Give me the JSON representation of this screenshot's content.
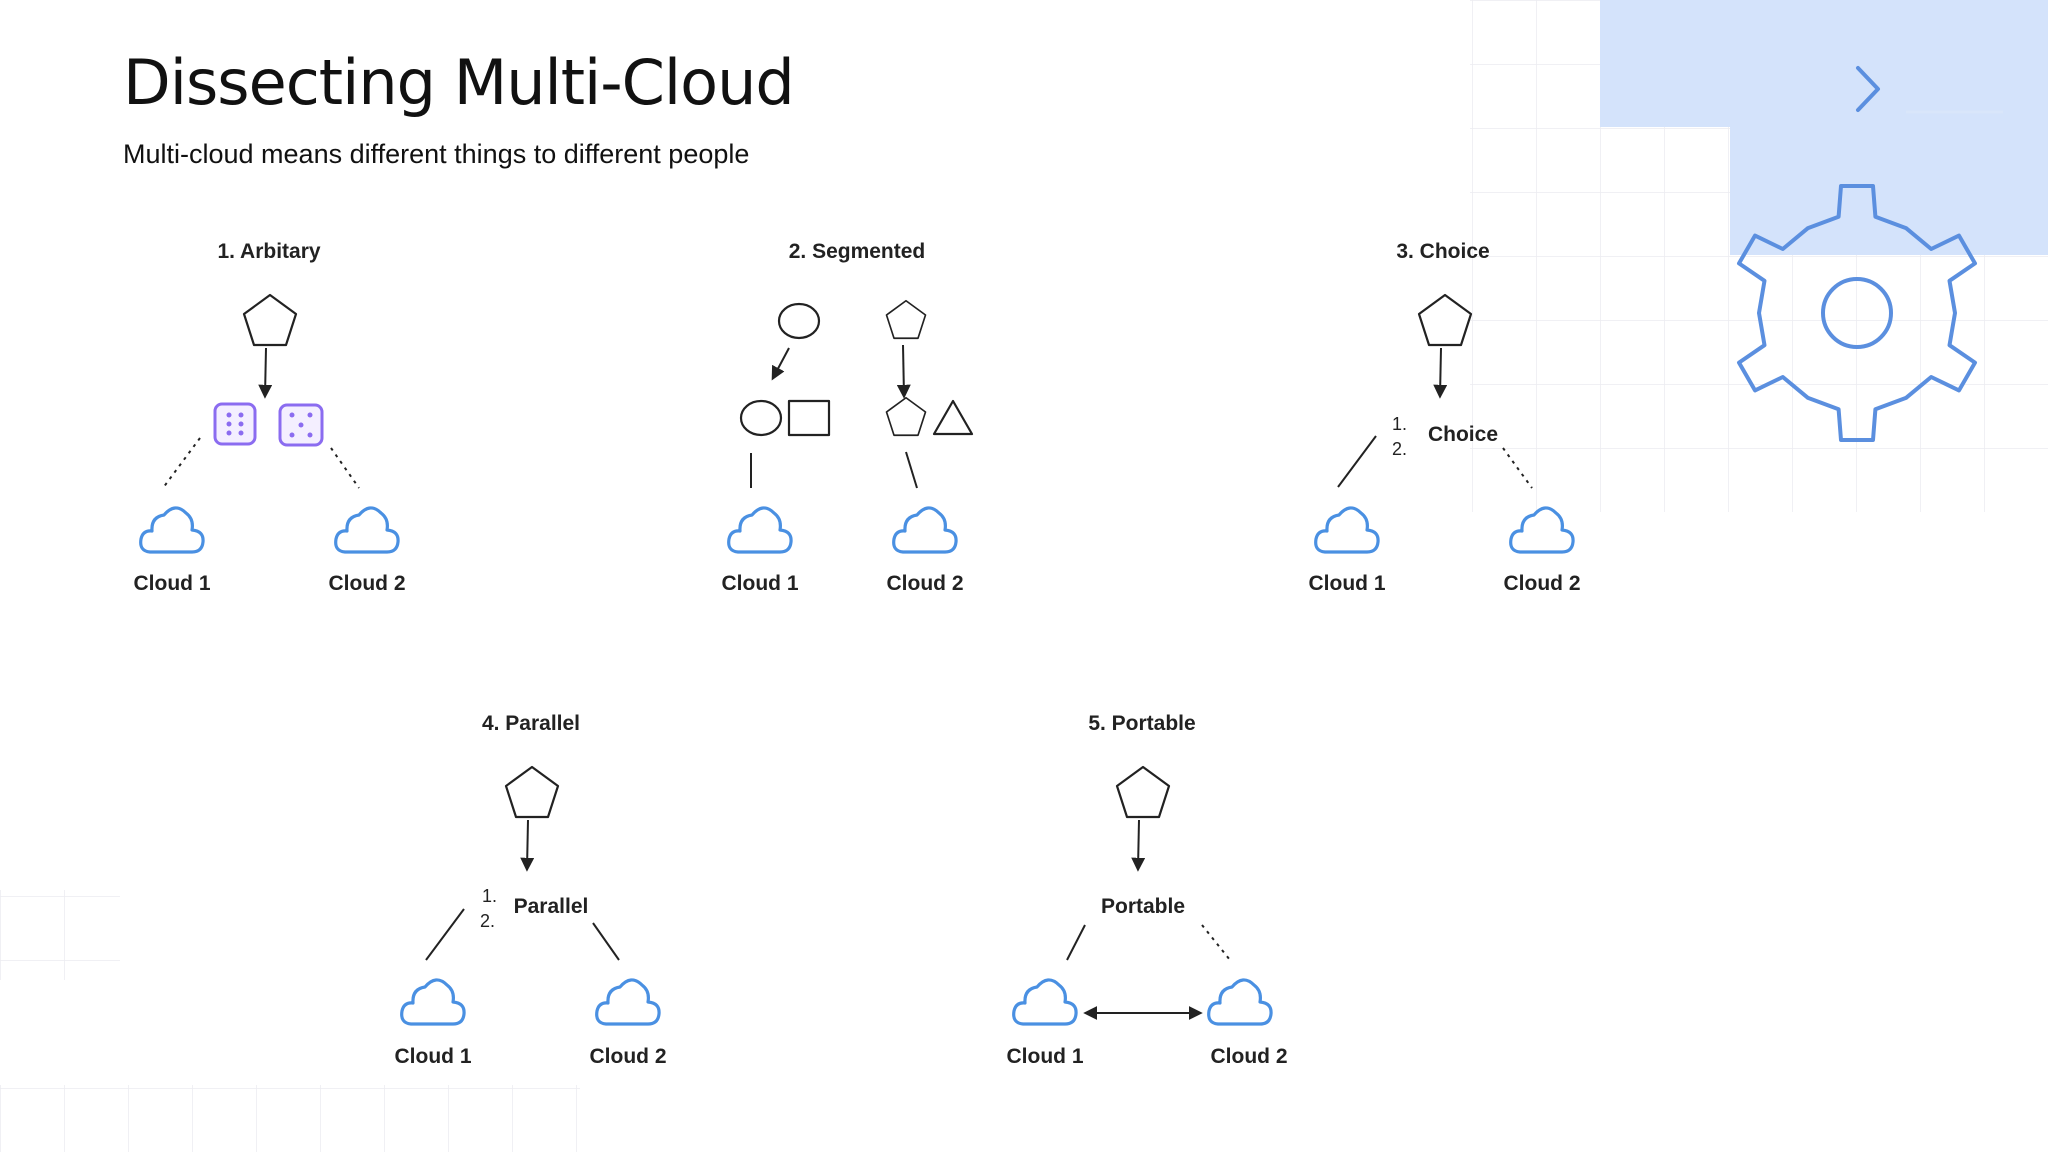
{
  "slide": {
    "title": "Dissecting Multi-Cloud",
    "subtitle": "Multi-cloud means different things to different people"
  },
  "diagrams": [
    {
      "caption": "1. Arbitary",
      "cloud1": "Cloud 1",
      "cloud2": "Cloud 2"
    },
    {
      "caption": "2. Segmented",
      "cloud1": "Cloud 1",
      "cloud2": "Cloud 2"
    },
    {
      "caption": "3. Choice",
      "label": "Choice",
      "num1": "1.",
      "num2": "2.",
      "cloud1": "Cloud 1",
      "cloud2": "Cloud 2"
    },
    {
      "caption": "4. Parallel",
      "label": "Parallel",
      "num1": "1.",
      "num2": "2.",
      "cloud1": "Cloud 1",
      "cloud2": "Cloud 2"
    },
    {
      "caption": "5. Portable",
      "label": "Portable",
      "cloud1": "Cloud 1",
      "cloud2": "Cloud 2"
    }
  ],
  "icons": [
    "pentagon-icon",
    "dice-icon",
    "circle-icon",
    "square-icon",
    "triangle-icon",
    "cloud-icon",
    "gear-icon",
    "terminal-prompt-icon"
  ],
  "colors": {
    "cloud_stroke": "#4a90e2",
    "dice": "#8b6cf0",
    "accent_panel": "#d4e3fb",
    "gear": "#5b8fdf"
  }
}
